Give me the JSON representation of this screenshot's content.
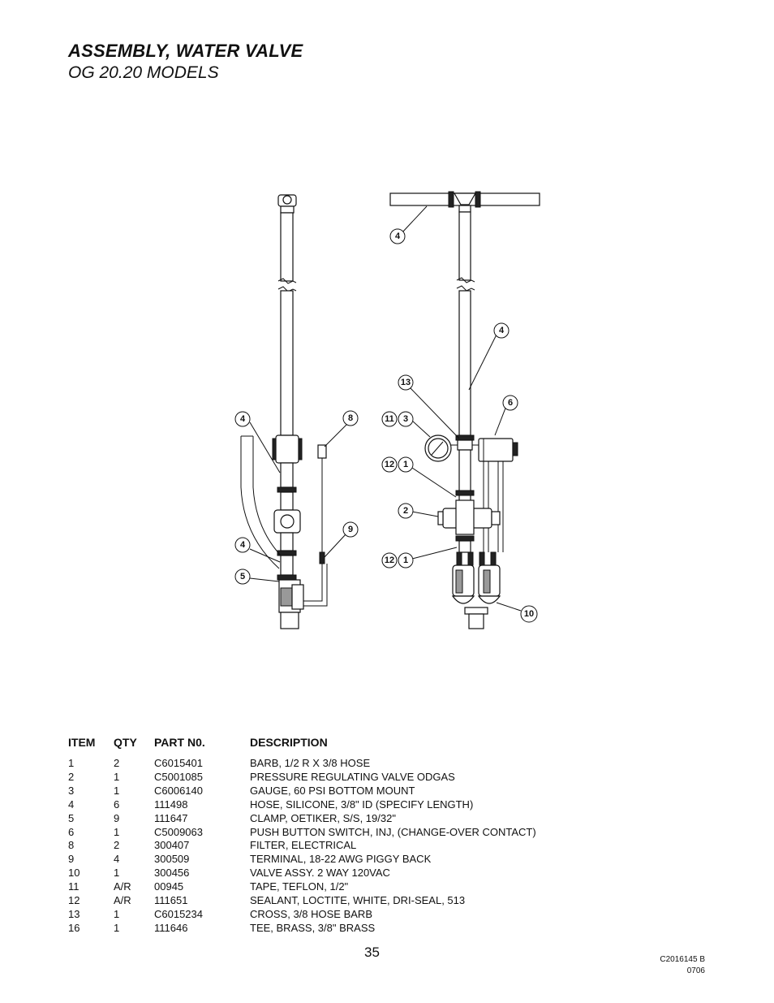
{
  "header": {
    "title": "ASSEMBLY, WATER VALVE",
    "subtitle": "OG   20.20 MODELS"
  },
  "diagram": {
    "callouts": [
      "4",
      "8",
      "4",
      "9",
      "5",
      "4",
      "4",
      "13",
      "6",
      "11",
      "3",
      "12",
      "1",
      "2",
      "12",
      "1",
      "10"
    ]
  },
  "parts_table": {
    "headers": [
      "ITEM",
      "QTY",
      "PART N0.",
      "DESCRIPTION"
    ],
    "rows": [
      [
        "1",
        "2",
        "C6015401",
        "BARB, 1/2 R X 3/8 HOSE"
      ],
      [
        "2",
        "1",
        "C5001085",
        "PRESSURE REGULATING VALVE ODGAS"
      ],
      [
        "3",
        "1",
        "C6006140",
        "GAUGE, 60 PSI BOTTOM MOUNT"
      ],
      [
        "4",
        "6",
        "111498",
        "HOSE, SILICONE, 3/8\" ID (SPECIFY LENGTH)"
      ],
      [
        "5",
        "9",
        "111647",
        "CLAMP, OETIKER, S/S, 19/32\""
      ],
      [
        "6",
        "1",
        "C5009063",
        "PUSH BUTTON SWITCH, INJ, (CHANGE-OVER CONTACT)"
      ],
      [
        "8",
        "2",
        "300407",
        "FILTER, ELECTRICAL"
      ],
      [
        "9",
        "4",
        "300509",
        "TERMINAL, 18-22 AWG PIGGY BACK"
      ],
      [
        "10",
        "1",
        "300456",
        "VALVE ASSY. 2 WAY 120VAC"
      ],
      [
        "11",
        "A/R",
        "00945",
        "TAPE, TEFLON, 1/2\""
      ],
      [
        "12",
        "A/R",
        "111651",
        "SEALANT, LOCTITE, WHITE, DRI-SEAL, 513"
      ],
      [
        "13",
        "1",
        "C6015234",
        "CROSS, 3/8 HOSE BARB"
      ],
      [
        "16",
        "1",
        "111646",
        "TEE, BRASS, 3/8\" BRASS"
      ]
    ]
  },
  "footer": {
    "page_number": "35",
    "doc_number": "C2016145 B",
    "doc_date": "0706"
  }
}
